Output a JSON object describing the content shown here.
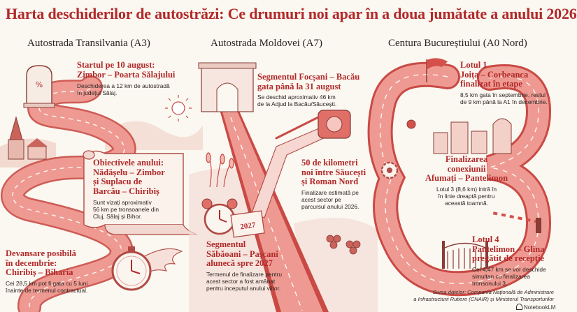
{
  "title": "Harta deschiderilor de autostrăzi: Ce drumuri noi apar în a doua jumătate a anului 2026",
  "columns": [
    {
      "heading": "Autostrada Transilvania (A3)",
      "sections": [
        {
          "title_lines": [
            "Startul pe 10 august:",
            "Zimbor – Poarta Sălajului"
          ],
          "body_lines": [
            "Deschiderea a 12 km de autostradă",
            "în județul Sălaj."
          ]
        },
        {
          "title_lines": [
            "Obiectivele anului:",
            "Nădășelu – Zimbor",
            "și Suplacu de",
            "Barcău – Chiribiș"
          ],
          "body_lines": [
            "Sunt vizați aproximativ",
            "56 km pe tronsoanele din",
            "Cluj, Sălaj și Bihor."
          ]
        },
        {
          "title_lines": [
            "Devansare posibilă",
            "în decembrie:",
            "Chiribiș – Biharia"
          ],
          "body_lines": [
            "Cei 28,5 km pot fi gata cu 5 luni",
            "înainte de termenul contractual."
          ]
        }
      ]
    },
    {
      "heading": "Autostrada Moldovei (A7)",
      "sections": [
        {
          "title_lines": [
            "Segmentul Focșani – Bacău",
            "gata până la 31 august"
          ],
          "body_lines": [
            "Se deschid aproximativ 46 km",
            "de la Adjud la Bacău/Săucești."
          ]
        },
        {
          "title_lines": [
            "50 de kilometri",
            "noi între Săucești",
            "și Roman Nord"
          ],
          "body_lines": [
            "Finalizare estimată pe",
            "acest sector pe",
            "parcursul anului 2026."
          ]
        },
        {
          "title_lines": [
            "Segmentul",
            "Săbăoani – Pașcani",
            "alunecă spre 2027"
          ],
          "body_lines": [
            "Termenul de finalizare pentru",
            "acest sector a fost amânat",
            "pentru inceputul anului viitor."
          ]
        }
      ],
      "calendar_label": "2027"
    },
    {
      "heading": "Centura Bucureștiului (A0 Nord)",
      "sections": [
        {
          "title_lines": [
            "Lotul 1",
            "Joița – Corbeanca",
            "finalizat în etape"
          ],
          "body_lines": [
            "8,5 km gata în septembrie, restul",
            "de 9 km până la A1 în decembrie."
          ]
        },
        {
          "title_lines": [
            "Finalizarea",
            "conexiunii",
            "Afumați – Pantelimon"
          ],
          "body_lines": [
            "Lotul 3 (8,6 km) intră în",
            "în linie dreaptă pentru",
            "această toamnă."
          ]
        },
        {
          "title_lines": [
            "Lotul 4",
            "Pantelimon – Glina",
            "pregătit de recepție"
          ],
          "body_lines": [
            "Cei 4,47 km se vor deschide",
            "simultan cu finalizarea tronsonului 3."
          ]
        }
      ]
    }
  ],
  "source_lines": [
    "Sursa datelor: Compania Națională de Administrare",
    "a Infrastructurii Rutiere (CNAIR) și Ministerul Transporturilor"
  ],
  "logo_text": "NotebookLM",
  "colors": {
    "accent": "#b12a2a",
    "road": "#e88a84",
    "road_edge": "#c94a45",
    "paper": "#fbf7f1"
  }
}
